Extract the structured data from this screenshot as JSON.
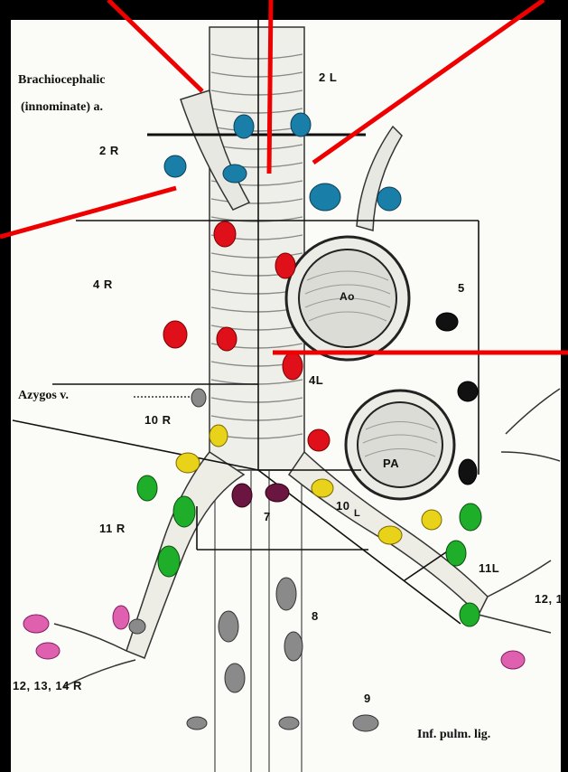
{
  "labels": {
    "brachio_line1": "Brachiocephalic",
    "brachio_line2": "(innominate) a.",
    "azygos": "Azygos v.",
    "inf_pulm": "Inf. pulm. lig.",
    "ao": "Ao",
    "pa": "PA"
  },
  "stations": {
    "s2L": "2 L",
    "s2R": "2 R",
    "s4R": "4 R",
    "s4L": "4L",
    "s5": "5",
    "s10R": "10 R",
    "s10L": "10",
    "s10L_sub": "L",
    "s11R": "11 R",
    "s11L": "11L",
    "s7": "7",
    "s8": "8",
    "s9": "9",
    "s12R": "12, 13, 14 R",
    "s12L": "12, 1"
  },
  "colors": {
    "background": "#000000",
    "panel": "#fbfbf7",
    "pointer": "#ee0000",
    "node_blue": "#1a7fa8",
    "node_red": "#e0101a",
    "node_yellow": "#e8d21a",
    "node_green": "#1fae2a",
    "node_purple": "#6a1640",
    "node_pink": "#e060b0",
    "node_gray": "#8a8a8a",
    "node_black": "#111111"
  }
}
